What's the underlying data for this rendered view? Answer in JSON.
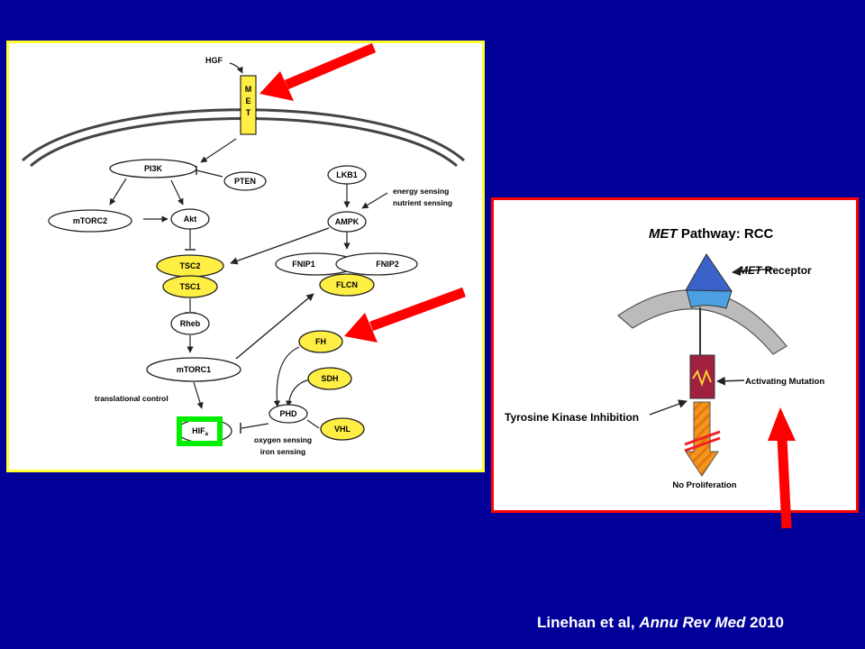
{
  "left_diagram": {
    "labels": {
      "hgf": "HGF",
      "met": [
        "M",
        "E",
        "T"
      ],
      "pi3k": "PI3K",
      "pten": "PTEN",
      "lkb1": "LKB1",
      "energy_sensing": "energy sensing",
      "nutrient_sensing": "nutrient sensing",
      "mtorc2": "mTORC2",
      "akt": "Akt",
      "ampk": "AMPK",
      "tsc2": "TSC2",
      "tsc1": "TSC1",
      "fnip1": "FNIP1",
      "fnip2": "FNIP2",
      "flcn": "FLCN",
      "rheb": "Rheb",
      "fh": "FH",
      "sdh": "SDH",
      "mtorc1": "mTORC1",
      "translational_control": "translational control",
      "phd": "PHD",
      "hif": "HIF",
      "hif_sub": "a",
      "vhl": "VHL",
      "oxygen_sensing": "oxygen sensing",
      "iron_sensing": "iron sensing"
    }
  },
  "right_diagram": {
    "title_italic": "MET",
    "title_rest": " Pathway: RCC",
    "receptor_italic": "MET",
    "receptor_rest": " Receptor",
    "activating_mutation": "Activating Mutation",
    "tki": "Tyrosine Kinase Inhibition",
    "no_proliferation": "No Proliferation"
  },
  "citation": {
    "authors": "Linehan et al, ",
    "journal": "Annu Rev Med",
    "year": " 2010"
  },
  "colors": {
    "background": "#000099",
    "yellow_node": "#ffee44",
    "left_border": "#ffff33",
    "right_border": "#ff0000",
    "arrow_red": "#ff0000",
    "highlight_green": "#00ee00"
  }
}
